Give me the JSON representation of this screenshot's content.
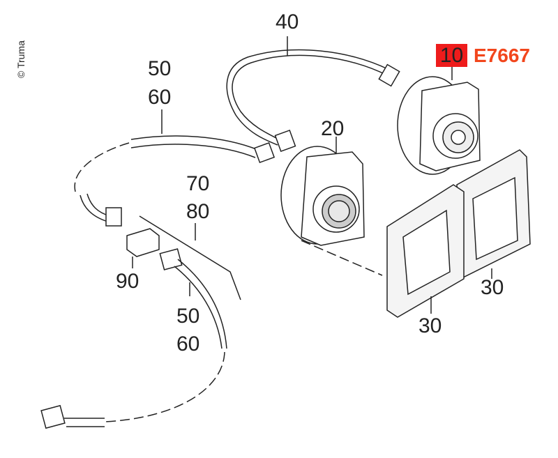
{
  "copyright": "© Truma",
  "highlight": {
    "part": "10",
    "code": "E7667",
    "badge_color": "#ee1c1c",
    "code_color": "#f2461c"
  },
  "labels": {
    "p40": "40",
    "p50a": "50",
    "p60a": "60",
    "p20": "20",
    "p70": "70",
    "p80": "80",
    "p90": "90",
    "p50b": "50",
    "p60b": "60",
    "p30a": "30",
    "p30b": "30"
  }
}
